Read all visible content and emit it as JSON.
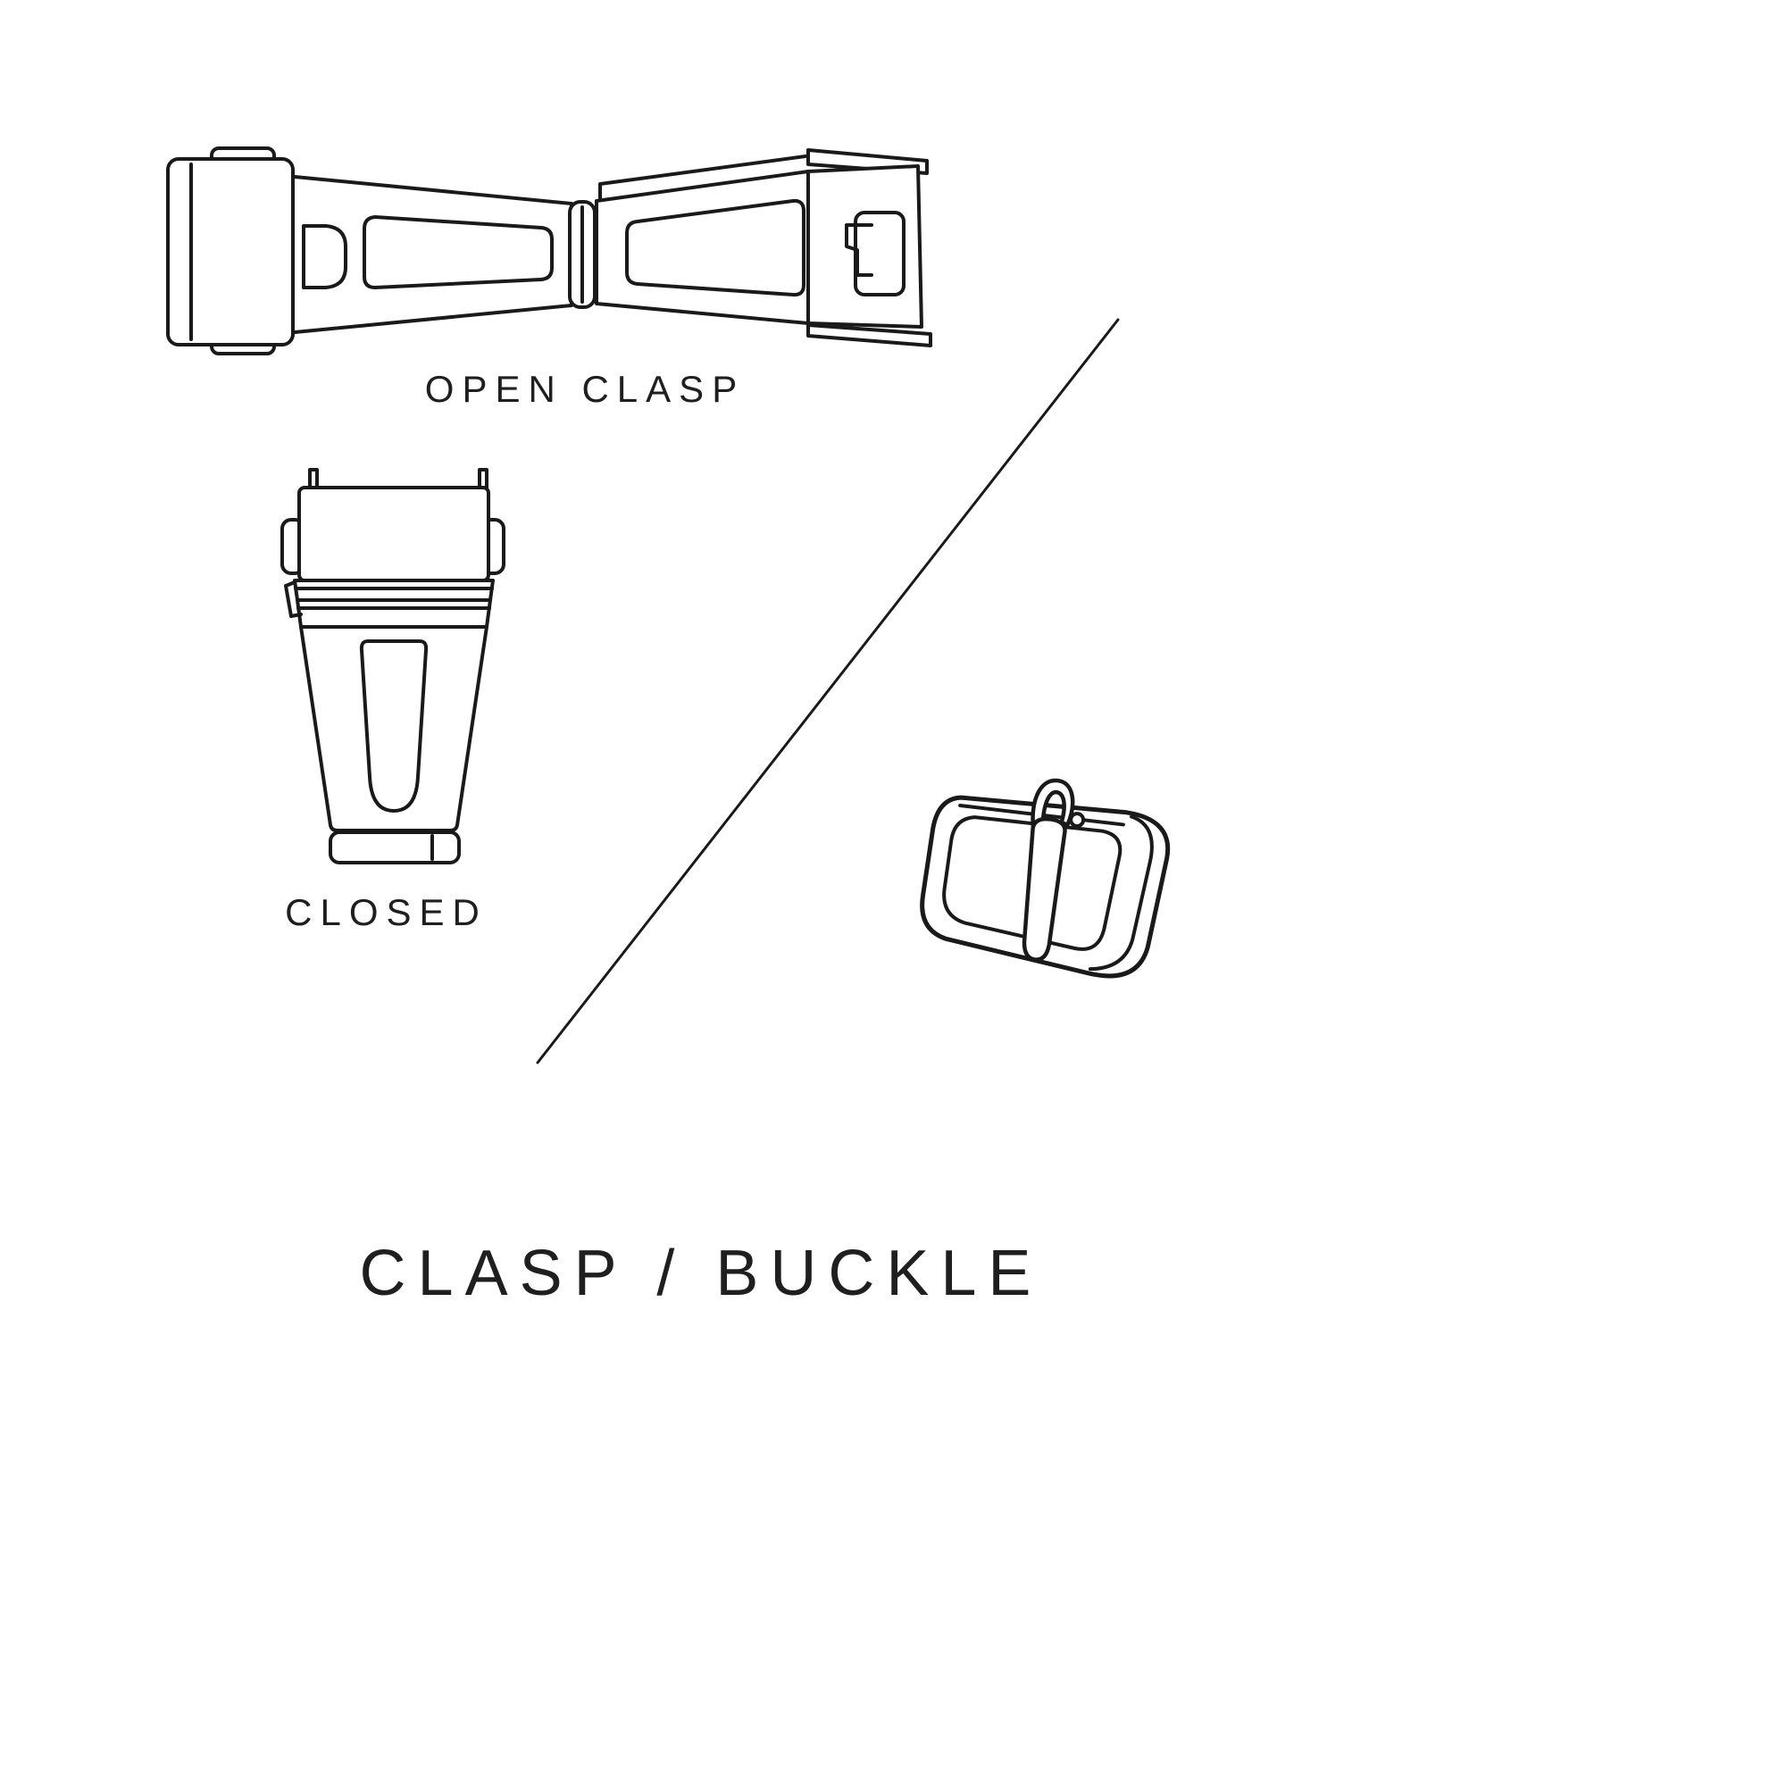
{
  "canvas": {
    "background": "#ffffff",
    "line_color": "#1a1a1a",
    "text_color": "#1f1f1f"
  },
  "figures": {
    "open_clasp": {
      "icon": "open-clasp-illustration",
      "caption": "OPEN CLASP"
    },
    "closed_clasp": {
      "icon": "closed-clasp-illustration",
      "caption": "CLOSED"
    },
    "buckle": {
      "icon": "buckle-illustration"
    }
  },
  "title": {
    "text": "CLASP / BUCKLE"
  }
}
